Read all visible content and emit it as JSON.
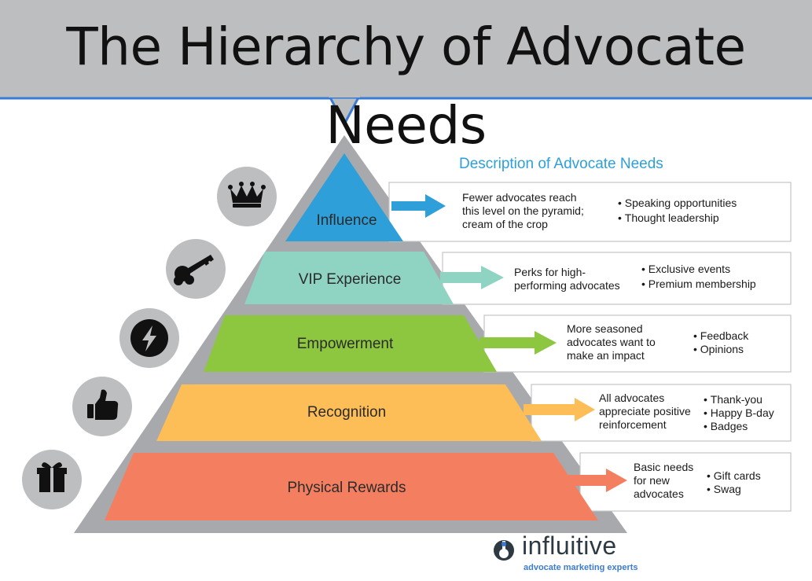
{
  "title": "The Hierarchy of Advocate Needs",
  "description_heading": "Description of Advocate Needs",
  "colors": {
    "header_bg": "#bcbec0",
    "header_rule": "#3a7bd5",
    "pyramid_frame": "#a7a9ac",
    "icon_circle": "#bcbec0",
    "heading_blue": "#2e9fd9"
  },
  "tiers": [
    {
      "label": "Influence",
      "color": "#2e9fd9",
      "icon": "crown-icon",
      "description": [
        "Fewer advocates reach",
        "this level on the pyramid;",
        "cream of the crop"
      ],
      "bullets": [
        "Speaking opportunities",
        "Thought leadership"
      ]
    },
    {
      "label": "VIP Experience",
      "color": "#8fd3c3",
      "icon": "key-icon",
      "description": [
        "Perks for high-",
        "performing advocates"
      ],
      "bullets": [
        "Exclusive events",
        "Premium membership"
      ]
    },
    {
      "label": "Empowerment",
      "color": "#8dc63f",
      "icon": "lightning-icon",
      "description": [
        "More seasoned",
        "advocates want to",
        "make an impact"
      ],
      "bullets": [
        "Feedback",
        "Opinions"
      ]
    },
    {
      "label": "Recognition",
      "color": "#fdbd57",
      "icon": "thumbs-up-icon",
      "description": [
        "All advocates",
        "appreciate positive",
        "reinforcement"
      ],
      "bullets": [
        "Thank-you",
        "Happy B-day",
        "Badges"
      ]
    },
    {
      "label": "Physical Rewards",
      "color": "#f47f60",
      "icon": "gift-icon",
      "description": [
        "Basic needs",
        "for new",
        "advocates"
      ],
      "bullets": [
        "Gift cards",
        "Swag"
      ]
    }
  ],
  "brand": {
    "name": "influitive",
    "tagline": "advocate marketing experts"
  }
}
